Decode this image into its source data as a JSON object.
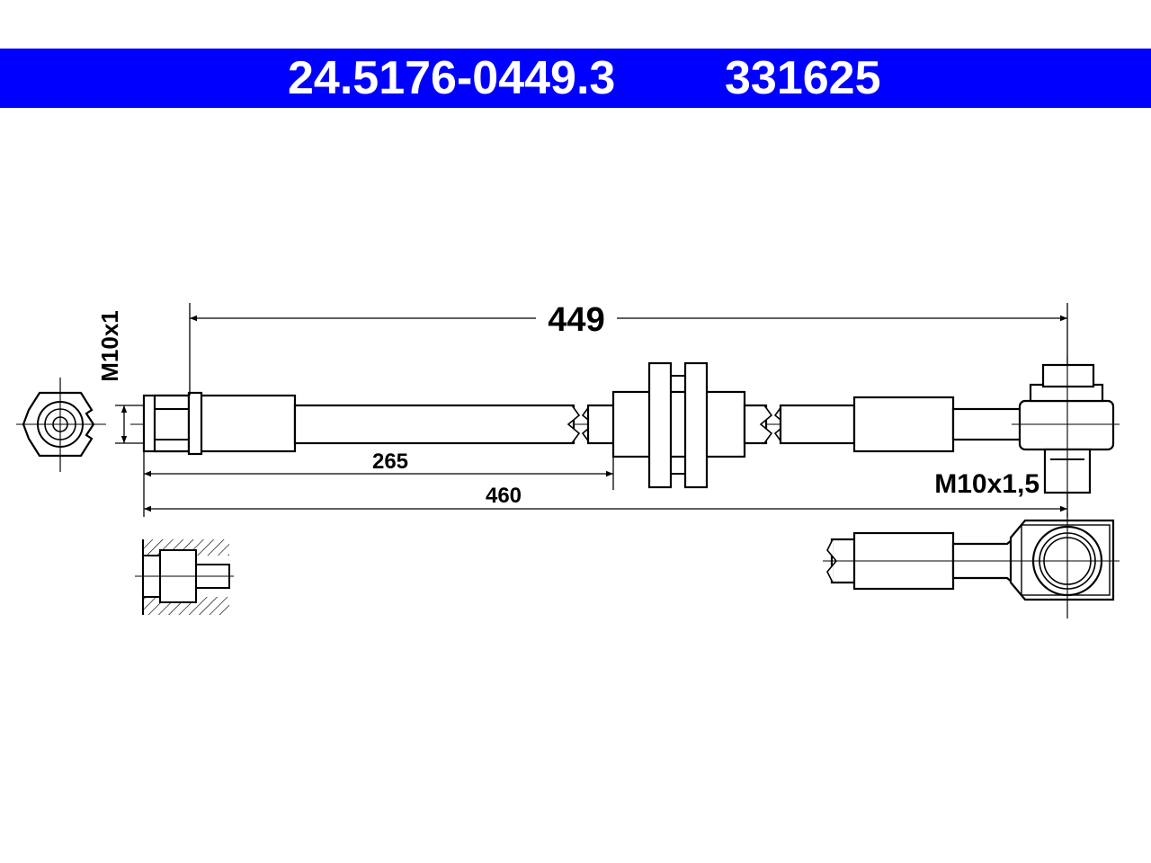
{
  "header": {
    "part_number": "24.5176-0449.3",
    "reference_number": "331625",
    "background_color": "#0000ff",
    "text_color": "#ffffff"
  },
  "dimensions": {
    "overall_length": "449",
    "to_bracket": "265",
    "total_length": "460"
  },
  "threads": {
    "left_fitting": "M10x1",
    "right_fitting": "M10x1,5"
  }
}
